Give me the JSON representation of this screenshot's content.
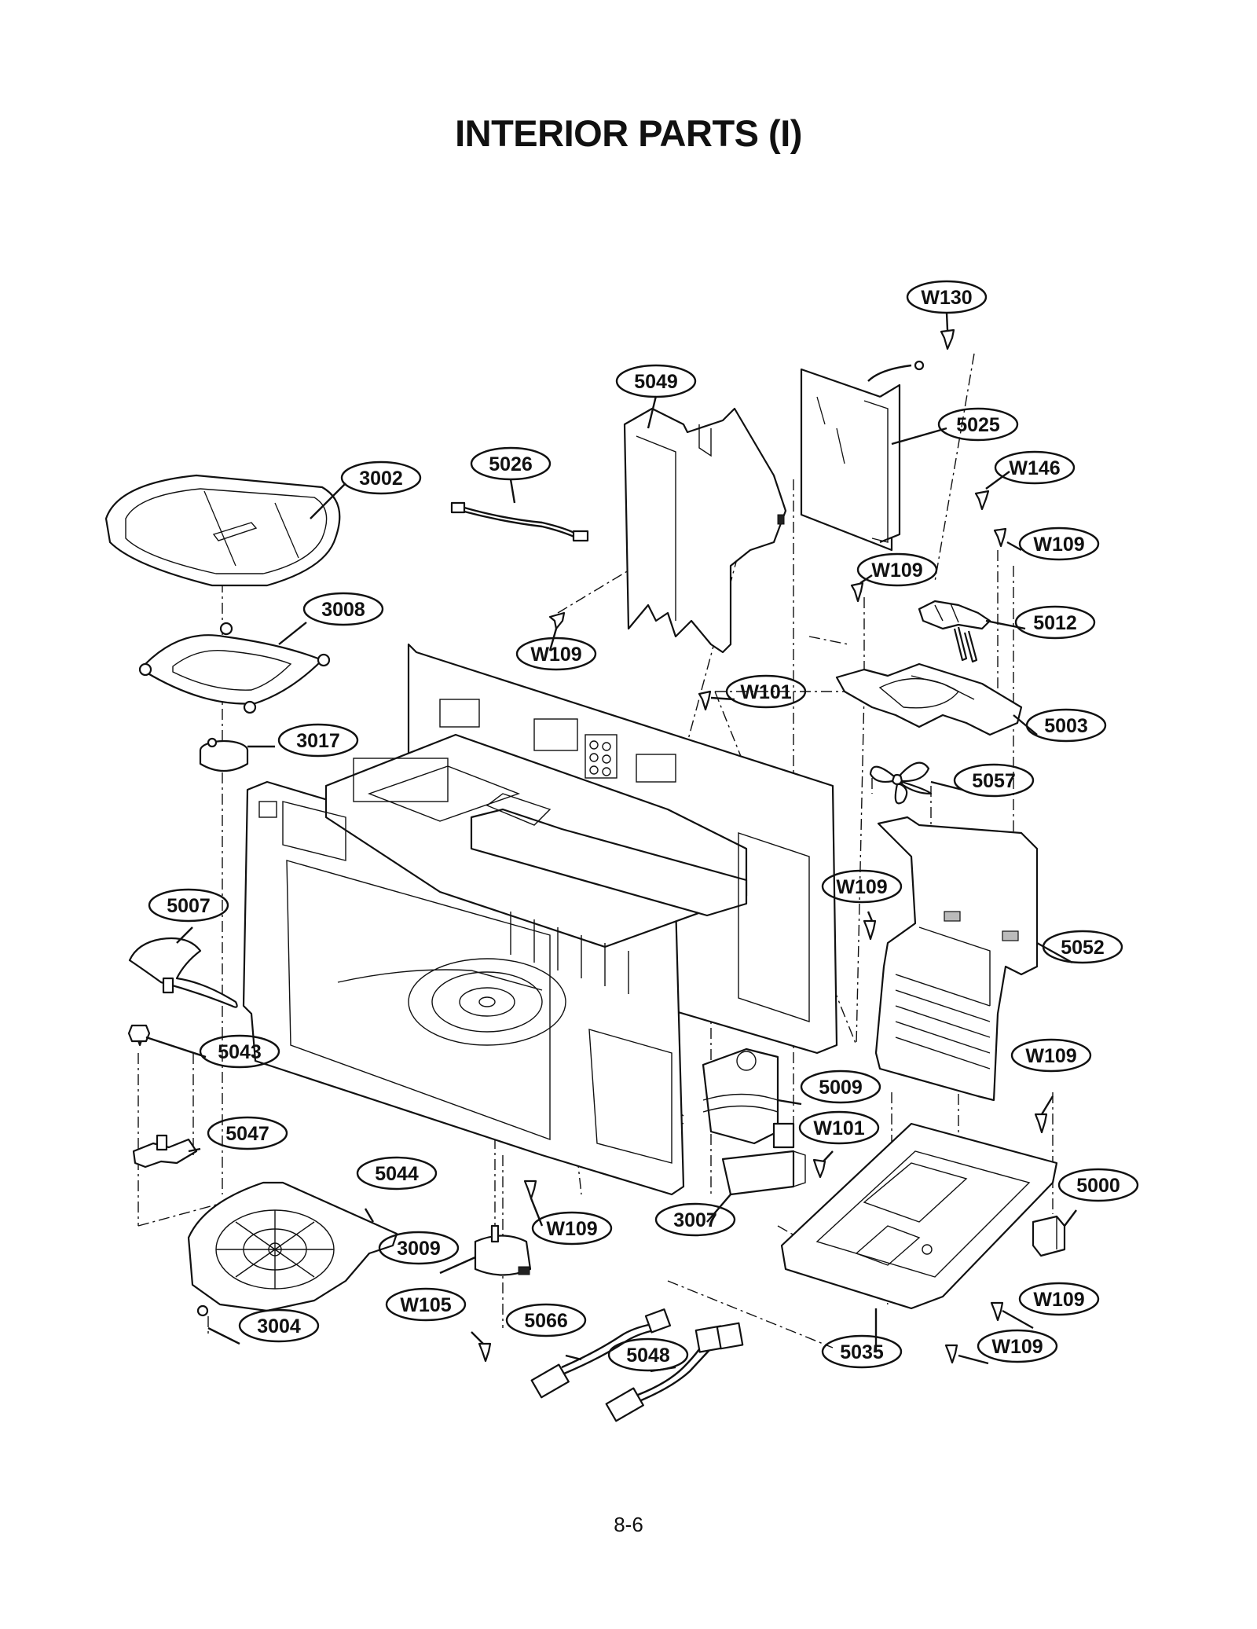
{
  "title": "INTERIOR PARTS (I)",
  "page_number": "8-6",
  "callouts": [
    {
      "id": "w130",
      "label": "W130"
    },
    {
      "id": "5049",
      "label": "5049"
    },
    {
      "id": "5025",
      "label": "5025"
    },
    {
      "id": "5026",
      "label": "5026"
    },
    {
      "id": "3002",
      "label": "3002"
    },
    {
      "id": "w146",
      "label": "W146"
    },
    {
      "id": "w109-a",
      "label": "W109"
    },
    {
      "id": "w109-b",
      "label": "W109"
    },
    {
      "id": "5012",
      "label": "5012"
    },
    {
      "id": "3008",
      "label": "3008"
    },
    {
      "id": "w109-c",
      "label": "W109"
    },
    {
      "id": "w101-a",
      "label": "W101"
    },
    {
      "id": "5003",
      "label": "5003"
    },
    {
      "id": "3017",
      "label": "3017"
    },
    {
      "id": "5057",
      "label": "5057"
    },
    {
      "id": "w109-d",
      "label": "W109"
    },
    {
      "id": "5007",
      "label": "5007"
    },
    {
      "id": "5052",
      "label": "5052"
    },
    {
      "id": "5043",
      "label": "5043"
    },
    {
      "id": "w109-e",
      "label": "W109"
    },
    {
      "id": "5009",
      "label": "5009"
    },
    {
      "id": "5047",
      "label": "5047"
    },
    {
      "id": "w101-b",
      "label": "W101"
    },
    {
      "id": "5044",
      "label": "5044"
    },
    {
      "id": "5000",
      "label": "5000"
    },
    {
      "id": "3007",
      "label": "3007"
    },
    {
      "id": "w109-f",
      "label": "W109"
    },
    {
      "id": "3009",
      "label": "3009"
    },
    {
      "id": "w105",
      "label": "W105"
    },
    {
      "id": "5066",
      "label": "5066"
    },
    {
      "id": "w109-g",
      "label": "W109"
    },
    {
      "id": "3004",
      "label": "3004"
    },
    {
      "id": "5048",
      "label": "5048"
    },
    {
      "id": "5035",
      "label": "5035"
    },
    {
      "id": "w109-h",
      "label": "W109"
    }
  ]
}
